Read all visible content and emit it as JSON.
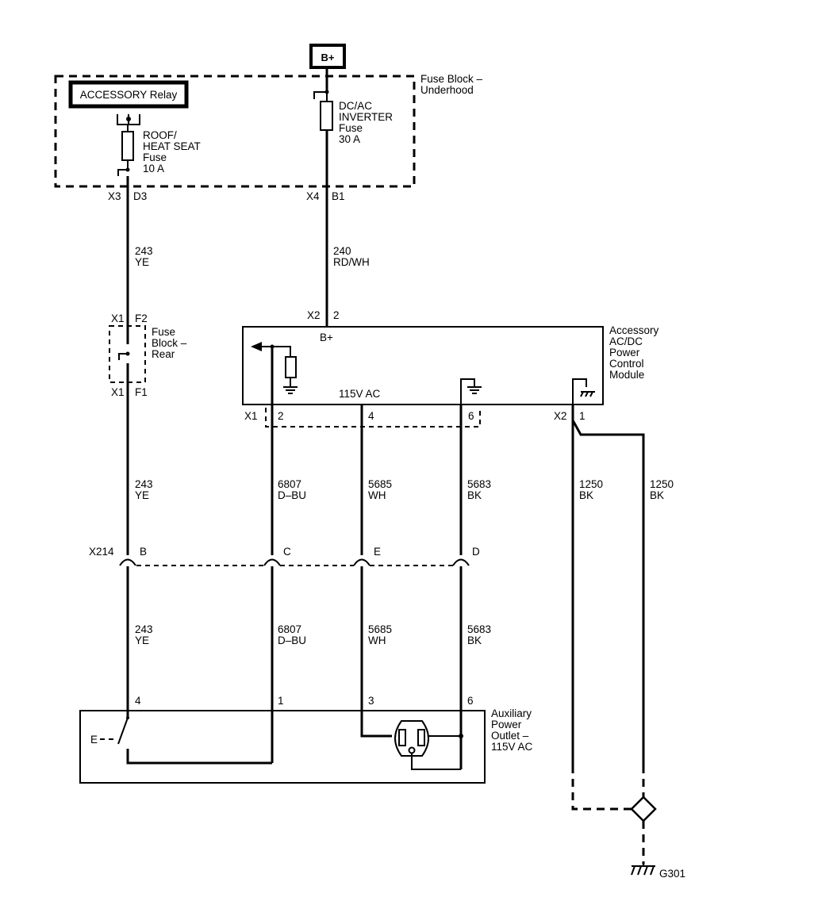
{
  "battery": {
    "label": "B+"
  },
  "fuse_block_underhood": {
    "name_line1": "Fuse Block –",
    "name_line2": "Underhood",
    "relay_label": "ACCESSORY Relay",
    "fuse_roof": {
      "line1": "ROOF/",
      "line2": "HEAT SEAT",
      "line3": "Fuse",
      "line4": "10 A"
    },
    "fuse_inverter": {
      "line1": "DC/AC",
      "line2": "INVERTER",
      "line3": "Fuse",
      "line4": "30 A"
    },
    "conn_x3": "X3",
    "pin_d3": "D3",
    "conn_x4": "X4",
    "pin_b1": "B1"
  },
  "wires": {
    "w243": {
      "circuit": "243",
      "color": "YE"
    },
    "w240": {
      "circuit": "240",
      "color": "RD/WH"
    },
    "w6807": {
      "circuit": "6807",
      "color": "D–BU"
    },
    "w5685": {
      "circuit": "5685",
      "color": "WH"
    },
    "w5683": {
      "circuit": "5683",
      "color": "BK"
    },
    "w1250": {
      "circuit": "1250",
      "color": "BK"
    }
  },
  "fuse_block_rear": {
    "line1": "Fuse",
    "line2": "Block –",
    "line3": "Rear",
    "conn_top": "X1",
    "pin_top": "F2",
    "conn_bottom": "X1",
    "pin_bottom": "F1"
  },
  "module": {
    "name_line1": "Accessory",
    "name_line2": "AC/DC",
    "name_line3": "Power",
    "name_line4": "Control",
    "name_line5": "Module",
    "conn_x2_top": "X2",
    "pin_2_top": "2",
    "bplus": "B+",
    "ac_label": "115V AC",
    "conn_x1": "X1",
    "pin_2": "2",
    "pin_4": "4",
    "pin_6": "6",
    "conn_x2": "X2",
    "pin_1": "1"
  },
  "connector_x214": {
    "name": "X214",
    "pin_b": "B",
    "pin_c": "C",
    "pin_e": "E",
    "pin_d": "D"
  },
  "outlet": {
    "line1": "Auxiliary",
    "line2": "Power",
    "line3": "Outlet –",
    "line4": "115V AC",
    "pin_4": "4",
    "pin_1": "1",
    "pin_3": "3",
    "pin_6": "6",
    "switch_letter": "E"
  },
  "ground": {
    "label": "G301"
  }
}
